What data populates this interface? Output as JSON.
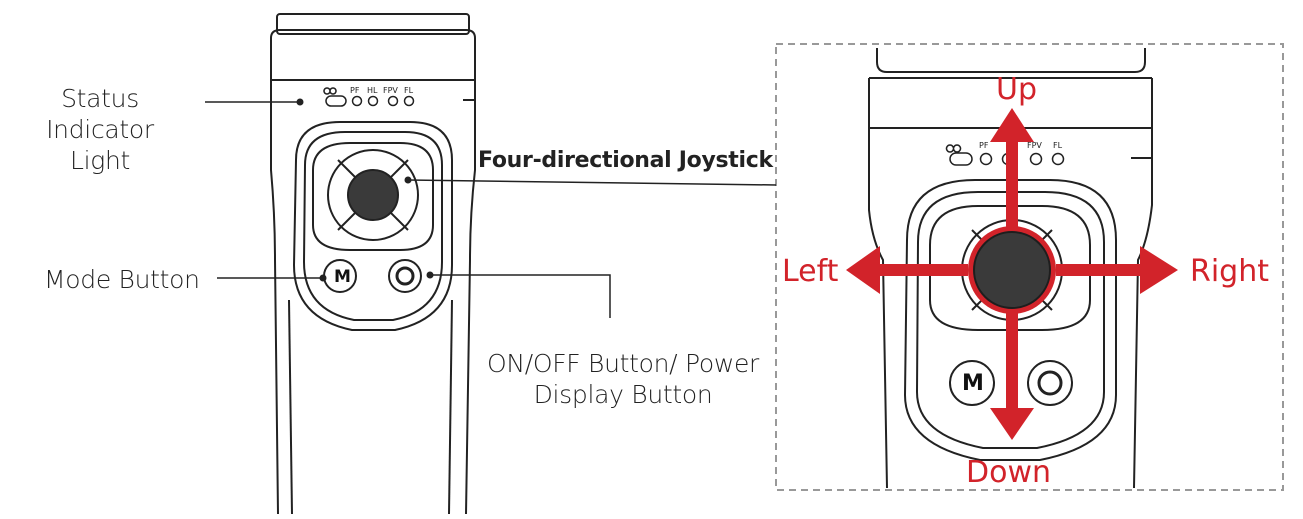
{
  "callouts": {
    "status_light": [
      "Status Indicator",
      "Light"
    ],
    "joystick": "Four-directional Joystick",
    "mode_button": "Mode Button",
    "power_button": [
      "ON/OFF Button/ Power",
      "Display Button"
    ]
  },
  "indicator_labels": [
    "PF",
    "HL",
    "FPV",
    "FL"
  ],
  "mode_glyph": "M",
  "directions": {
    "up": "Up",
    "down": "Down",
    "left": "Left",
    "right": "Right"
  },
  "colors": {
    "arrow": "#d2232a",
    "line": "#222222",
    "knob": "#3a3a3a",
    "frame": "#999999"
  }
}
